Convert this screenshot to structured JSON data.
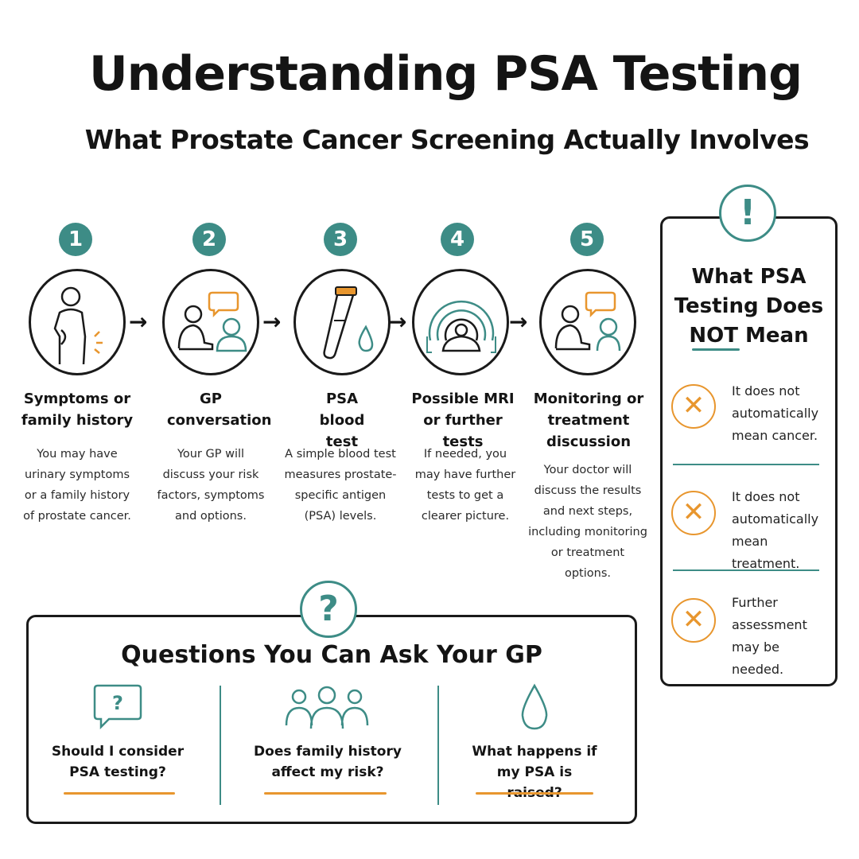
{
  "header": {
    "title": "Understanding PSA Testing",
    "subtitle": "What Prostate Cancer Screening Actually Involves"
  },
  "colors": {
    "teal": "#3d8c86",
    "orange": "#e8962e",
    "ink": "#1a1a1a"
  },
  "steps": [
    {
      "number": "1",
      "icon": "person-pain-icon",
      "label": "Symptoms or family history",
      "description": "You may have urinary symptoms or a family history of prostate cancer."
    },
    {
      "number": "2",
      "icon": "conversation-icon",
      "label": "GP conversation",
      "description": "Your GP will discuss your risk factors, symptoms and options."
    },
    {
      "number": "3",
      "icon": "blood-test-tube-icon",
      "label": "PSA blood test",
      "description": "A simple blood test measures prostate-specific antigen (PSA) levels."
    },
    {
      "number": "4",
      "icon": "mri-scanner-icon",
      "label": "Possible MRI or further tests",
      "description": "If needed, you may have further tests to get a clearer picture."
    },
    {
      "number": "5",
      "icon": "conversation-icon",
      "label": "Monitoring or treatment discussion",
      "description": "Your doctor will discuss the results and next steps, including monitoring or treatment options."
    }
  ],
  "not_panel": {
    "icon_glyph": "!",
    "title": "What PSA Testing Does NOT Mean",
    "items": [
      {
        "icon_glyph": "✕",
        "text": "It does not automatically mean cancer."
      },
      {
        "icon_glyph": "✕",
        "text": "It does not automatically mean treatment."
      },
      {
        "icon_glyph": "✕",
        "text": "Further assessment may be needed."
      }
    ]
  },
  "questions": {
    "icon_glyph": "?",
    "title": "Questions You Can Ask Your GP",
    "items": [
      {
        "icon": "question-bubble-icon",
        "text": "Should I consider PSA testing?"
      },
      {
        "icon": "family-icon",
        "text": "Does family history affect my risk?"
      },
      {
        "icon": "blood-drop-icon",
        "text": "What happens if my PSA is raised?"
      }
    ]
  }
}
